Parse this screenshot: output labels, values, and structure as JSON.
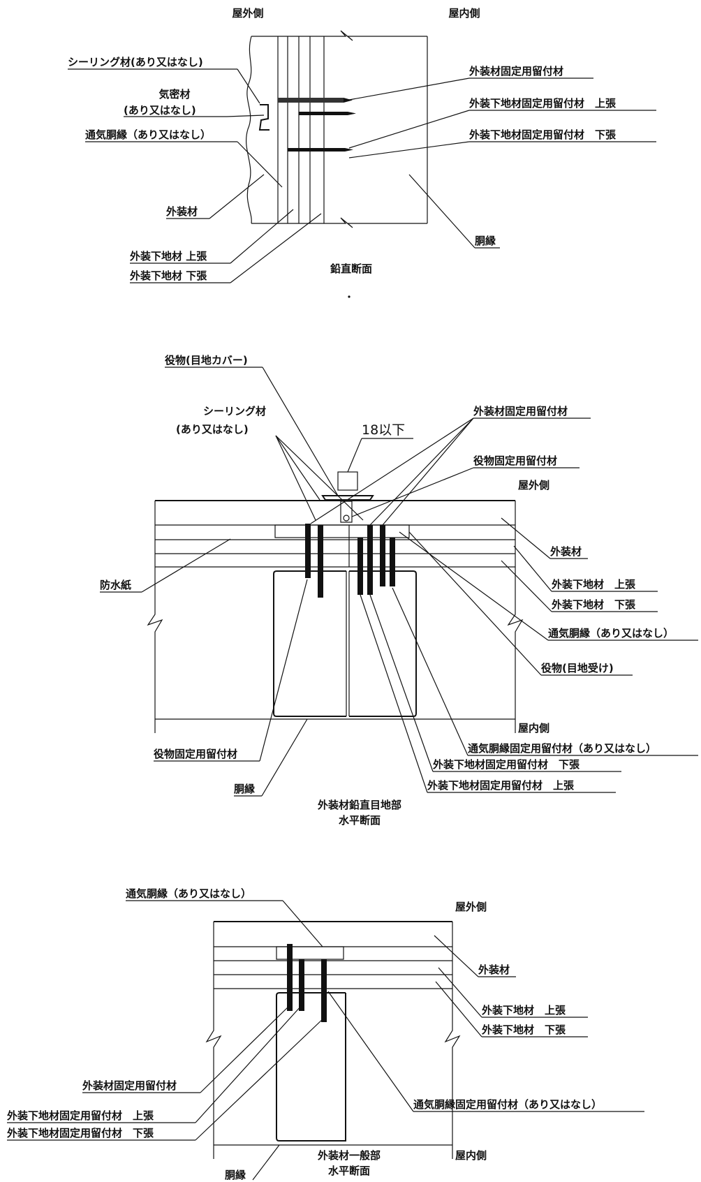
{
  "vertical_section": {
    "outdoor_side": "屋外側",
    "indoor_side": "屋内側",
    "sealing": "シーリング材(あり又はなし)",
    "airtight_1": "気密材",
    "airtight_2": "(あり又はなし)",
    "vent_batten": "通気胴縁（あり又はなし）",
    "cladding": "外装材",
    "sub_upper": "外装下地材 上張",
    "sub_lower": "外装下地材 下張",
    "fastener_cladding": "外装材固定用留付材",
    "fastener_sub_upper": "外装下地材固定用留付材　上張",
    "fastener_sub_lower": "外装下地材固定用留付材　下張",
    "stud": "胴縁",
    "caption": "鉛直断面"
  },
  "joint_section": {
    "joint_cover": "役物(目地カバー)",
    "sealing_1": "シーリング材",
    "sealing_2": "(あり又はなし)",
    "dimension": "18以下",
    "fastener_cladding": "外装材固定用留付材",
    "fastener_trim": "役物固定用留付材",
    "outdoor_side": "屋外側",
    "cladding": "外装材",
    "sub_upper": "外装下地材　上張",
    "sub_lower": "外装下地材　下張",
    "vent_batten": "通気胴縁（あり又はなし）",
    "joint_receiver": "役物(目地受け)",
    "waterproof_paper": "防水紙",
    "indoor_side": "屋内側",
    "fastener_vent_batten": "通気胴縁固定用留付材（あり又はなし）",
    "fastener_sub_lower": "外装下地材固定用留付材　下張",
    "fastener_sub_upper": "外装下地材固定用留付材　上張",
    "fastener_trim_left": "役物固定用留付材",
    "stud": "胴縁",
    "caption_1": "外装材鉛直目地部",
    "caption_2": "水平断面"
  },
  "general_section": {
    "vent_batten": "通気胴縁（あり又はなし）",
    "outdoor_side": "屋外側",
    "cladding": "外装材",
    "sub_upper": "外装下地材　上張",
    "sub_lower": "外装下地材　下張",
    "fastener_cladding": "外装材固定用留付材",
    "fastener_sub_upper": "外装下地材固定用留付材　上張",
    "fastener_sub_lower": "外装下地材固定用留付材　下張",
    "fastener_vent_batten": "通気胴縁固定用留付材（あり又はなし）",
    "caption_1": "外装材一般部",
    "caption_2": "水平断面",
    "indoor_side": "屋内側",
    "stud": "胴縁"
  }
}
